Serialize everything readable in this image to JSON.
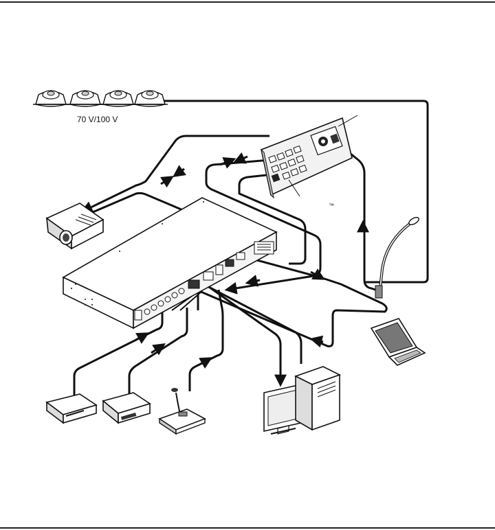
{
  "labels": {
    "speaker_voltage": "70 V/100 V",
    "trademark": "™"
  },
  "colors": {
    "ink": "#111111",
    "paper": "#ffffff",
    "panel": "#f2f2f2",
    "shade": "#9a9a9a"
  },
  "icons": [
    "speaker-icon",
    "projector-icon",
    "wall-control-panel",
    "gooseneck-microphone-icon",
    "switcher-chassis",
    "dvd-player-icon",
    "vcr-icon",
    "desktop-microphone-icon",
    "monitor-icon",
    "computer-tower-icon",
    "laptop-icon"
  ]
}
